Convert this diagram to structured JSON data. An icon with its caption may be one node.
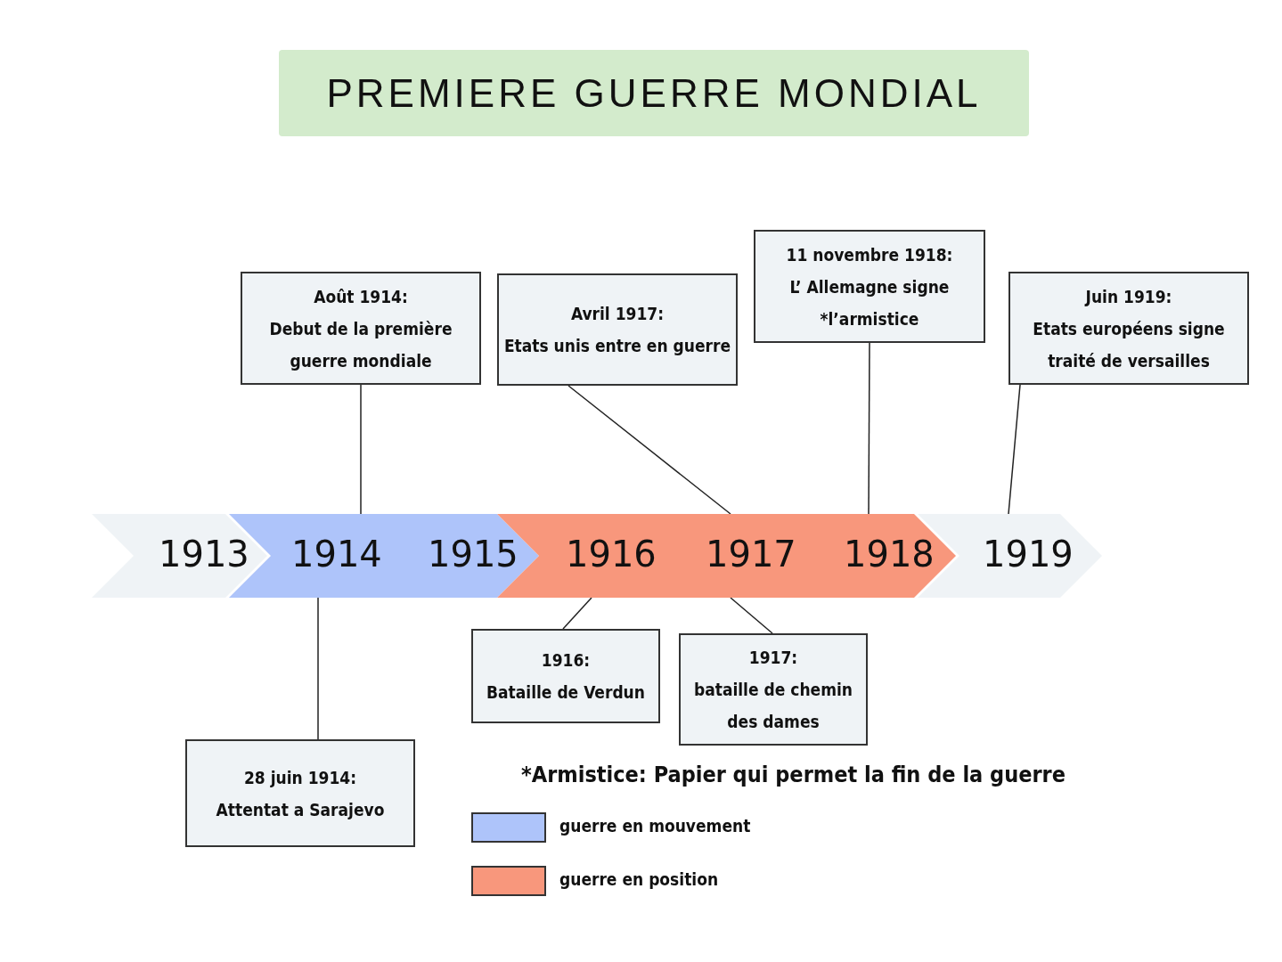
{
  "diagram": {
    "title": "PREMIERE GUERRE MONDIAL",
    "nodes": [
      {
        "text": [
          "1913"
        ]
      },
      {
        "text": [
          "1914",
          "1915"
        ]
      },
      {
        "text": [
          "1916",
          "1917",
          "1918"
        ]
      },
      {
        "text": [
          "1919"
        ]
      },
      {
        "text": [
          "Août 1914:",
          "Debut de la première guerre mondiale"
        ]
      },
      {
        "text": [
          "Avril 1917:",
          "Etats unis entre en guerre"
        ]
      },
      {
        "text": [
          "11 novembre 1918:",
          "L’ Allemagne signe *l’armistice"
        ]
      },
      {
        "text": [
          "Juin 1919:",
          "Etats européens signe traité de versailles"
        ]
      },
      {
        "text": [
          "1916:",
          "Bataille de Verdun"
        ]
      },
      {
        "text": [
          "1917:",
          "bataille de chemin des dames"
        ]
      },
      {
        "text": [
          "28 juin 1914:",
          "Attentat a Sarajevo"
        ]
      }
    ],
    "edges": [
      {
        "from": 4,
        "to": 1,
        "arrow": "none"
      },
      {
        "from": 5,
        "to": 2,
        "arrow": "none"
      },
      {
        "from": 6,
        "to": 2,
        "arrow": "none"
      },
      {
        "from": 7,
        "to": 3,
        "arrow": "none"
      },
      {
        "from": 8,
        "to": 2,
        "arrow": "none"
      },
      {
        "from": 9,
        "to": 2,
        "arrow": "none"
      },
      {
        "from": 10,
        "to": 1,
        "arrow": "none"
      }
    ],
    "labels": [
      "*Armistice: Papier qui permet la fin de la guerre"
    ],
    "legend": [
      {
        "text": "guerre en mouvement",
        "color": "#aec4fa"
      },
      {
        "text": "guerre en position",
        "color": "#f8977c"
      }
    ]
  }
}
